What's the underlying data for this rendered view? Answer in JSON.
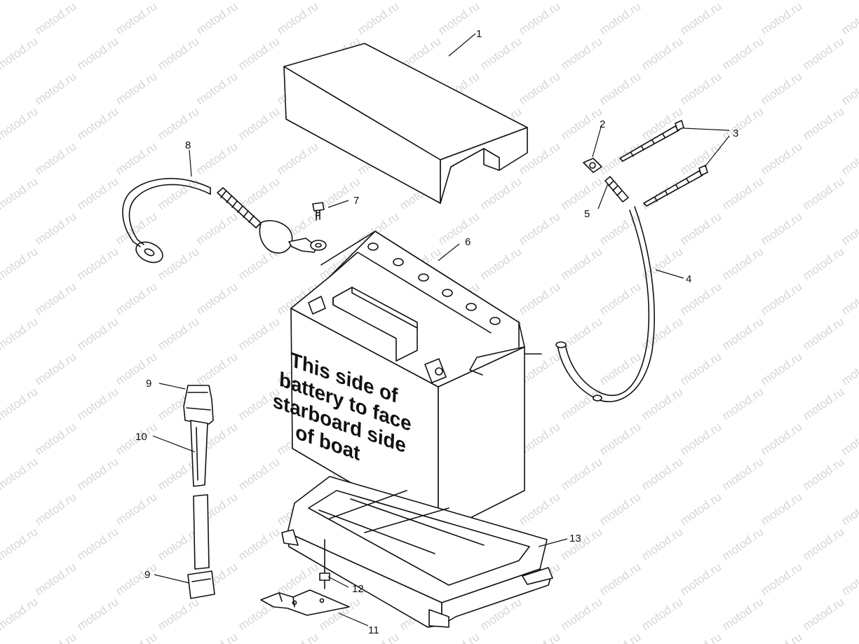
{
  "watermark": "motod.ru",
  "battery_label": [
    "This side of",
    "battery to face",
    "starboard side",
    "of boat"
  ],
  "callouts": [
    {
      "id": "1",
      "text": "1",
      "part": "battery cover"
    },
    {
      "id": "2",
      "text": "2",
      "part": "vent cap"
    },
    {
      "id": "3",
      "text": "3",
      "part": "cable ties"
    },
    {
      "id": "4",
      "text": "4",
      "part": "vent hose"
    },
    {
      "id": "5",
      "text": "5",
      "part": "vent fitting"
    },
    {
      "id": "6",
      "text": "6",
      "part": "battery"
    },
    {
      "id": "7",
      "text": "7",
      "part": "terminal bolt"
    },
    {
      "id": "8",
      "text": "8",
      "part": "battery cable"
    },
    {
      "id": "9a",
      "text": "9",
      "part": "strap buckle upper"
    },
    {
      "id": "10",
      "text": "10",
      "part": "hold-down strap"
    },
    {
      "id": "9b",
      "text": "9",
      "part": "strap buckle lower"
    },
    {
      "id": "11",
      "text": "11",
      "part": "mounting bracket"
    },
    {
      "id": "12",
      "text": "12",
      "part": "screw"
    },
    {
      "id": "13",
      "text": "13",
      "part": "battery tray"
    }
  ]
}
